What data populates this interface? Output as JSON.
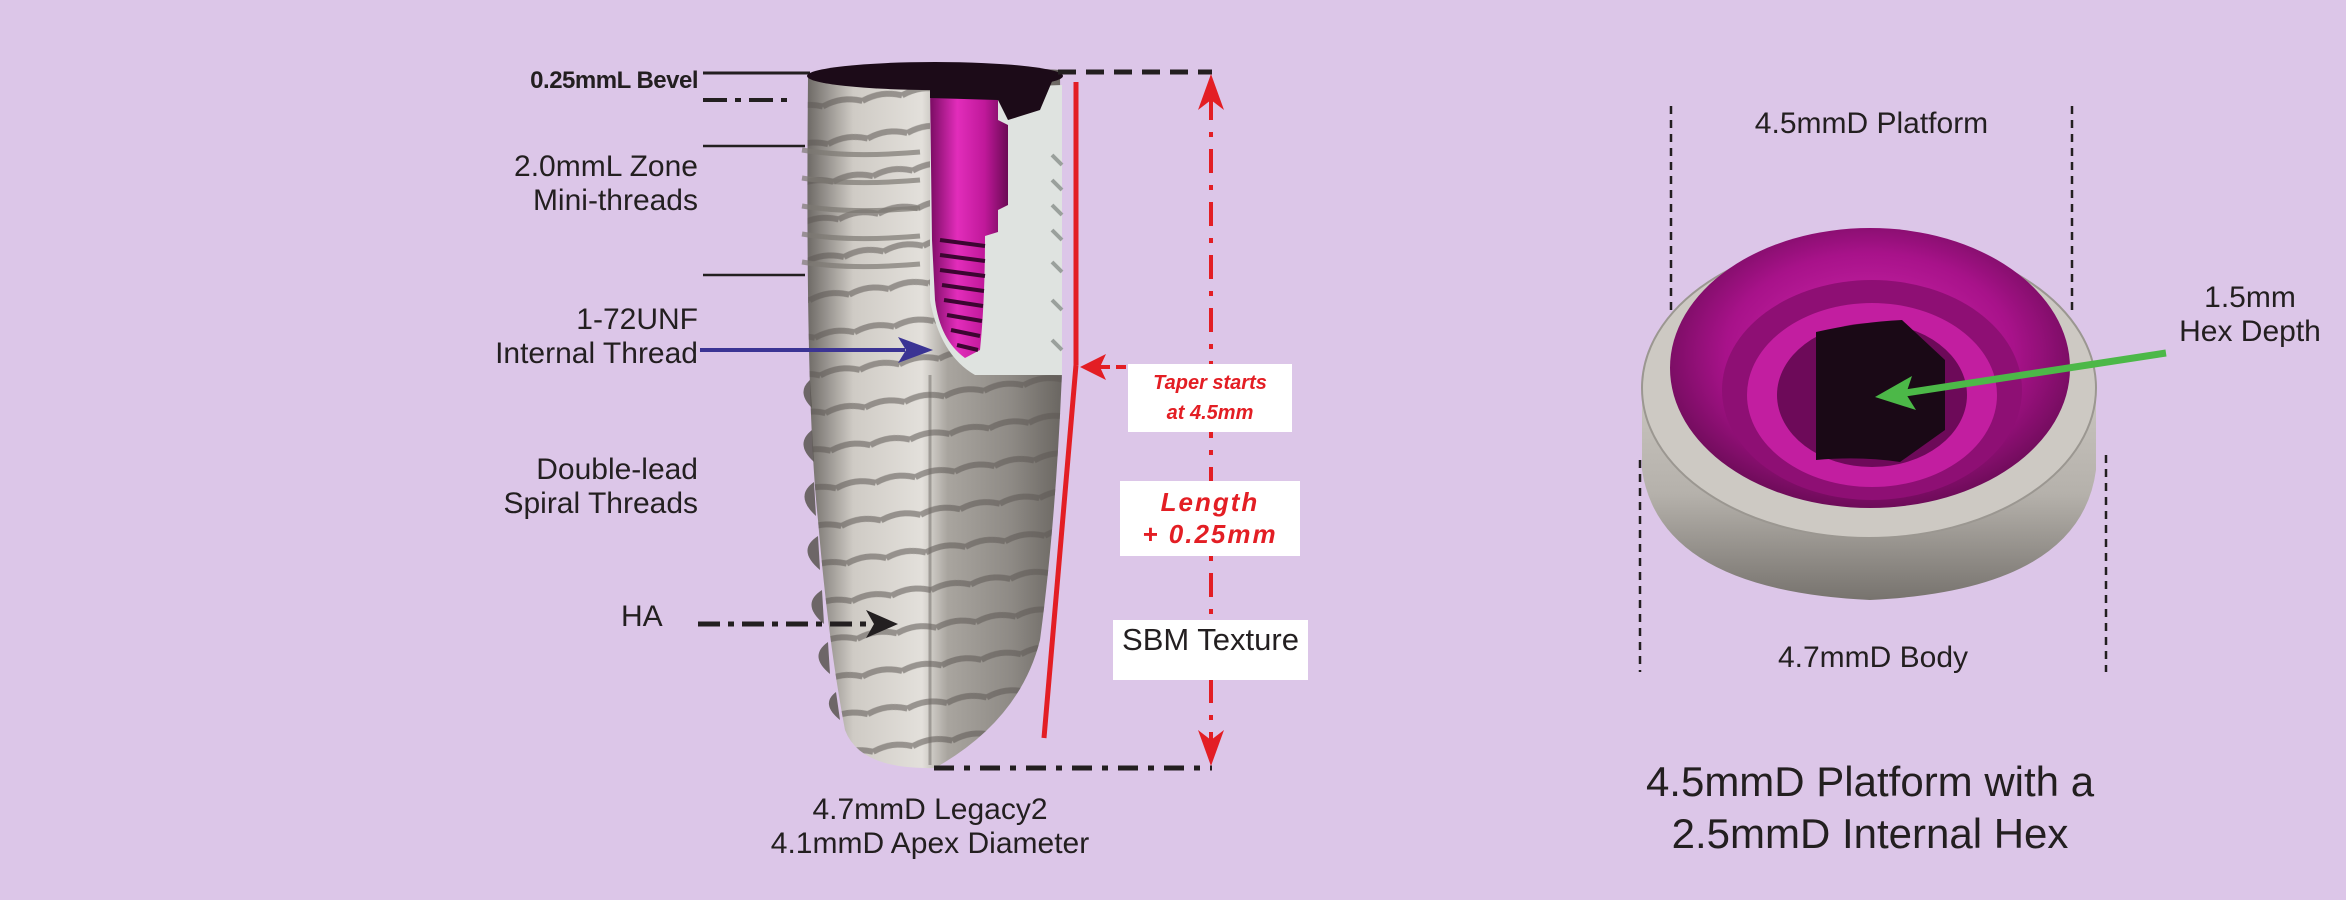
{
  "colors": {
    "background": "#dcc6e8",
    "dimension_red": "#e31e24",
    "thread_arrow_blue": "#3b3494",
    "hex_arrow_green": "#4cb848",
    "anodized_magenta": "#c0189a",
    "text_dark": "#231f20"
  },
  "implant": {
    "labels": {
      "bevel": "0.25mmL Bevel",
      "zone_line1": "2.0mmL Zone",
      "zone_line2": "Mini-threads",
      "thread_line1": "1-72UNF",
      "thread_line2": "Internal Thread",
      "spiral_line1": "Double-lead",
      "spiral_line2": "Spiral Threads",
      "ha": "HA"
    },
    "callouts": {
      "taper_line1": "Taper starts",
      "taper_line2": "at 4.5mm",
      "length_line1": "Length",
      "length_line2": "+ 0.25mm",
      "texture": "SBM Texture"
    },
    "caption": {
      "line1": "4.7mmD Legacy2",
      "line2": "4.1mmD Apex Diameter"
    }
  },
  "platform": {
    "labels": {
      "platform": "4.5mmD Platform",
      "body": "4.7mmD Body",
      "hex_line1": "1.5mm",
      "hex_line2": "Hex Depth"
    },
    "caption": {
      "line1": "4.5mmD Platform with a",
      "line2": "2.5mmD Internal Hex"
    }
  }
}
